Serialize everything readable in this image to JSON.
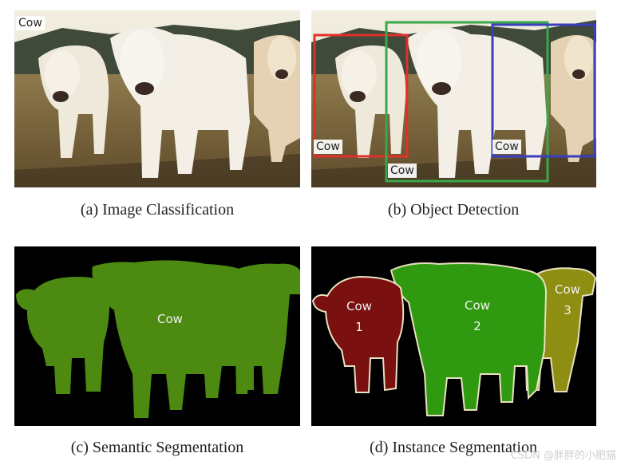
{
  "captions": {
    "a": "(a)  Image Classification",
    "b": "(b)  Object Detection",
    "c": "(c)  Semantic Segmentation",
    "d": "(d)  Instance Segmentation"
  },
  "classification": {
    "label": "Cow"
  },
  "detection": {
    "boxes": [
      {
        "label": "Cow",
        "color": "#e0302a"
      },
      {
        "label": "Cow",
        "color": "#3aa84a"
      },
      {
        "label": "Cow",
        "color": "#3a3fc0"
      }
    ]
  },
  "semantic": {
    "label": "Cow",
    "color": "#4c8a12"
  },
  "instance": {
    "items": [
      {
        "label": "Cow",
        "id": "1",
        "color": "#7a1010"
      },
      {
        "label": "Cow",
        "id": "2",
        "color": "#2f9a10"
      },
      {
        "label": "Cow",
        "id": "3",
        "color": "#8e8e12"
      }
    ]
  },
  "watermark": "CSDN @胖胖的小肥猫"
}
